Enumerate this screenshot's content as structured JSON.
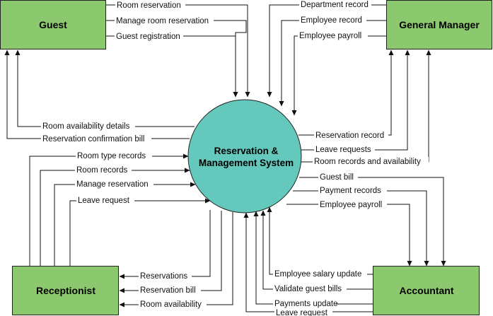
{
  "entities": {
    "guest": "Guest",
    "general_manager": "General Manager",
    "receptionist": "Receptionist",
    "accountant": "Accountant"
  },
  "process": {
    "line1": "Reservation &",
    "line2": "Management System"
  },
  "flows": {
    "guest_to_system": [
      "Room reservation",
      "Manage room reservation",
      "Guest registration"
    ],
    "system_to_guest": [
      "Room availability details",
      "Reservation confirmation bill"
    ],
    "manager_to_system": [
      "Department record",
      "Employee record",
      "Employee payroll"
    ],
    "system_to_manager": [
      "Reservation record",
      "Leave requests",
      "Room records and availability"
    ],
    "receptionist_to_system": [
      "Room type records",
      "Room records",
      "Manage reservation",
      "Leave request"
    ],
    "system_to_receptionist": [
      "Reservations",
      "Reservation bill",
      "Room availability"
    ],
    "system_to_accountant": [
      "Guest bill",
      "Payment records",
      "Employee payroll"
    ],
    "accountant_to_system": [
      "Employee salary update",
      "Validate guest bills",
      "Payments update",
      "Leave request"
    ]
  },
  "colors": {
    "entity_fill": "#8cc86e",
    "process_fill": "#64c8bc",
    "line": "#111111"
  }
}
